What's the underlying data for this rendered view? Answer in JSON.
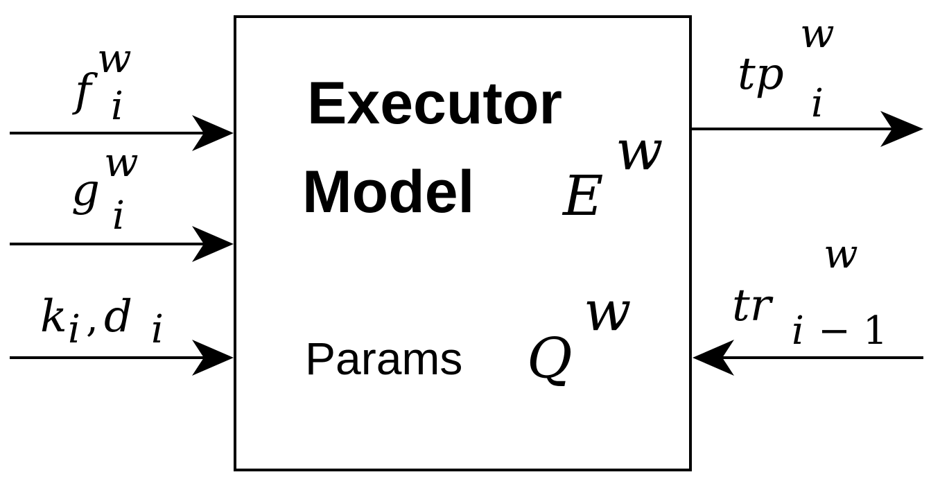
{
  "block": {
    "title_line1": "Executor",
    "title_line2": "Model",
    "model_symbol": "E",
    "model_superscript": "w",
    "params_label": "Params",
    "params_symbol": "Q",
    "params_superscript": "w"
  },
  "inputs": [
    {
      "base": "f",
      "superscript": "w",
      "subscript": "i"
    },
    {
      "base": "g",
      "superscript": "w",
      "subscript": "i"
    },
    {
      "base1": "k",
      "sub1": "i",
      "separator": ",",
      "base2": "d",
      "sub2": "i"
    }
  ],
  "outputs": [
    {
      "base": "tp",
      "superscript": "w",
      "subscript": "i"
    }
  ],
  "feedback": [
    {
      "base": "tr",
      "superscript": "w",
      "subscript_index": "i",
      "subscript_rest": "− 1"
    }
  ]
}
